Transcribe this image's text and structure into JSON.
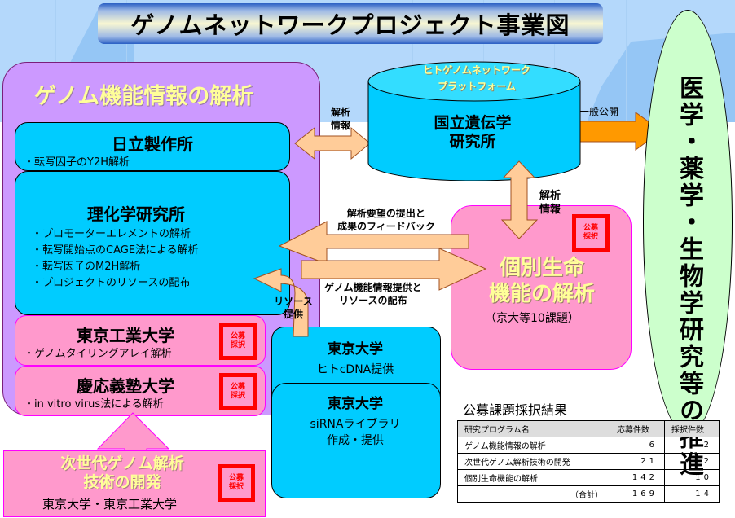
{
  "title": "ゲノムネットワークプロジェクト事業図",
  "genome_function_panel": {
    "title": "ゲノム機能情報の解析",
    "hitachi": {
      "name": "日立製作所",
      "items": [
        "・転写因子のY2H解析"
      ]
    },
    "riken": {
      "name": "理化学研究所",
      "items": [
        "・プロモーターエレメントの解析",
        "・転写開始点のCAGE法による解析",
        "・転写因子のM2H解析",
        "・プロジェクトのリソースの配布"
      ]
    },
    "tokyo_tech": {
      "name": "東京工業大学",
      "items": [
        "・ゲノムタイリングアレイ解析"
      ],
      "seal": [
        "公募",
        "採択"
      ]
    },
    "keio": {
      "name": "慶応義塾大学",
      "items": [
        "・in vitro virus法による解析"
      ],
      "seal": [
        "公募",
        "採択"
      ]
    }
  },
  "next_gen": {
    "title_line1": "次世代ゲノム解析",
    "title_line2": "技術の開発",
    "subtitle": "東京大学・東京工業大学",
    "seal": [
      "公募",
      "採択"
    ]
  },
  "platform": {
    "top_line1": "ヒトゲノムネットワーク",
    "top_line2": "プラットフォーム",
    "name_line1": "国立遺伝学",
    "name_line2": "研究所"
  },
  "public_release": "一般公開",
  "outcome": "医学・薬学・生物学研究等の推進",
  "arrows": {
    "analysis_info_left": [
      "解析",
      "情報"
    ],
    "analysis_info_down": [
      "解析",
      "情報"
    ],
    "feedback": [
      "解析要望の提出と",
      "成果のフィードバック"
    ],
    "provide": [
      "ゲノム機能情報提供と",
      "リソースの配布"
    ],
    "resource": [
      "リソース",
      "提供"
    ]
  },
  "tokyo_univ_1": {
    "name": "東京大学",
    "desc": "ヒトcDNA提供"
  },
  "tokyo_univ_2": {
    "name": "東京大学",
    "desc_line1": "siRNAライブラリ",
    "desc_line2": "作成・提供"
  },
  "individual": {
    "title_line1": "個別生命",
    "title_line2": "機能の解析",
    "subtitle": "（京大等10課題）",
    "seal": [
      "公募",
      "採択"
    ]
  },
  "results_table": {
    "title": "公募課題採択結果",
    "headers": [
      "研究プログラム名",
      "応募件数",
      "採択件数"
    ],
    "rows": [
      [
        "ゲノム機能情報の解析",
        "6",
        "2"
      ],
      [
        "次世代ゲノム解析技術の開発",
        "21",
        "2"
      ],
      [
        "個別生命機能の解析",
        "142",
        "10"
      ],
      [
        "（合計）",
        "169",
        "14"
      ]
    ]
  },
  "colors": {
    "purple": "#cc99ff",
    "cyan": "#00ccff",
    "pink": "#ff99cc",
    "green": "#ccffcc",
    "arrow": "#ffcc99",
    "orange": "#ff9900",
    "seal_red": "#ff0000",
    "yellow_text": "#ffff99"
  }
}
